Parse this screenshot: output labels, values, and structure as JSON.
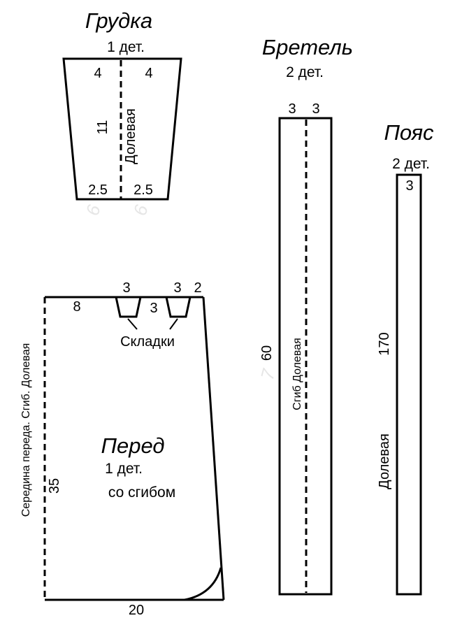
{
  "bib": {
    "title": "Грудка",
    "qty": "1 дет.",
    "top_left": "4",
    "top_right": "4",
    "height": "11",
    "grain": "Долевая",
    "bottom_left": "2.5",
    "bottom_right": "2.5"
  },
  "strap": {
    "title": "Бретель",
    "qty": "2 дет.",
    "top_left": "3",
    "top_right": "3",
    "length": "60",
    "fold_grain": "Сгиб Долевая"
  },
  "belt": {
    "title": "Пояс",
    "qty": "2 дет.",
    "width": "3",
    "length": "170",
    "grain": "Долевая"
  },
  "front": {
    "title": "Перед",
    "qty": "1 дет.",
    "note": "со сгибом",
    "top_left": "8",
    "pleat1_width": "3",
    "pleat2_width": "3",
    "pleat_gap": "3",
    "top_right": "2",
    "pleats_label": "Складки",
    "side_label": "Середина переда. Сгиб. Долевая",
    "height": "35",
    "bottom": "20"
  },
  "colors": {
    "line": "#000000",
    "background": "#ffffff"
  }
}
